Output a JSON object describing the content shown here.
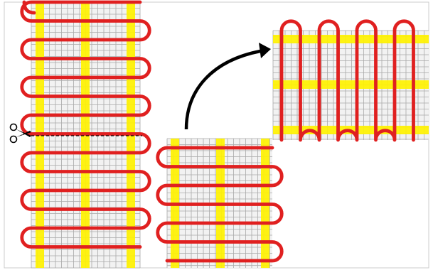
{
  "diagram": {
    "mats": [
      {
        "id": "mat-left",
        "orientation": "vertical"
      },
      {
        "id": "mat-bottom",
        "orientation": "vertical"
      },
      {
        "id": "mat-right",
        "orientation": "horizontal"
      }
    ],
    "annotations": [
      {
        "id": "cut-line",
        "icon": "scissors-icon",
        "line_style": "dashed"
      },
      {
        "id": "rotate-arrow",
        "icon": "curved-arrow-icon"
      }
    ]
  },
  "colors": {
    "background": "#ffffff",
    "grid_fill": "#f2f2f2",
    "grid_line": "#a8a8a8",
    "tape": "#fff200",
    "cable": "#e02020",
    "border": "#c8c8c8",
    "ink": "#000000"
  }
}
